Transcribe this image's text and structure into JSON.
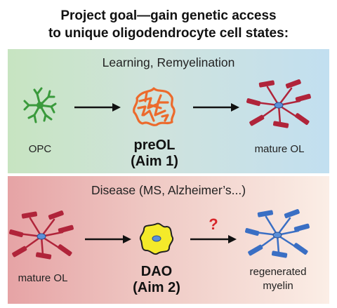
{
  "title": {
    "line1": "Project goal—gain genetic access",
    "line2": "to unique oligodendrocyte cell states:"
  },
  "top_panel": {
    "header": "Learning, Remyelination",
    "opc_label": "OPC",
    "preol_label": "preOL",
    "preol_aim": "(Aim 1)",
    "mature_label": "mature OL"
  },
  "bottom_panel": {
    "header": "Disease (MS, Alzheimer’s...)",
    "mature_label": "mature OL",
    "dao_label": "DAO",
    "dao_aim": "(Aim 2)",
    "question_mark": "?",
    "regen_line1": "regenerated",
    "regen_line2": "myelin"
  },
  "colors": {
    "opc": "#3a9a3c",
    "preol": "#ec6a2c",
    "mature_ol": "#b0243a",
    "dao": "#f4ea2a",
    "regenerated": "#3a6fc4",
    "nucleus": "#5a8fd8",
    "question_mark": "#d8262a"
  },
  "icons": [
    "opc-cell-icon",
    "preol-cell-icon",
    "mature-ol-cell-icon",
    "dao-cell-icon",
    "regenerated-myelin-cell-icon",
    "arrow-icon"
  ]
}
